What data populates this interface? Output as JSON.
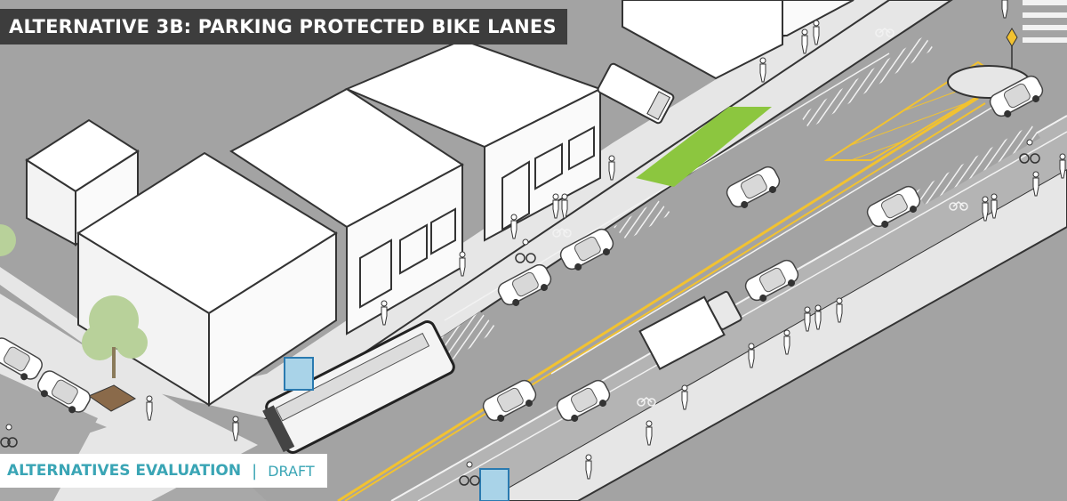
{
  "title": "ALTERNATIVE 3B: PARKING PROTECTED BIKE LANES",
  "footer": {
    "label": "ALTERNATIVES EVALUATION",
    "separator": "|",
    "status": "DRAFT"
  },
  "colors": {
    "title_bg": "#3d3d3d",
    "title_text": "#ffffff",
    "footer_accent": "#3aa5b5",
    "green_box": "#8cc63f",
    "centerline": "#f2c230",
    "road": "#a3a3a3",
    "sidewalk": "#e6e6e6",
    "building": "#ffffff"
  },
  "icons": [
    "bike-lane-symbol-icon",
    "yield-sign-icon",
    "bus-stop-shelter-icon",
    "street-tree-icon",
    "pedestrian-icon",
    "cyclist-icon"
  ]
}
